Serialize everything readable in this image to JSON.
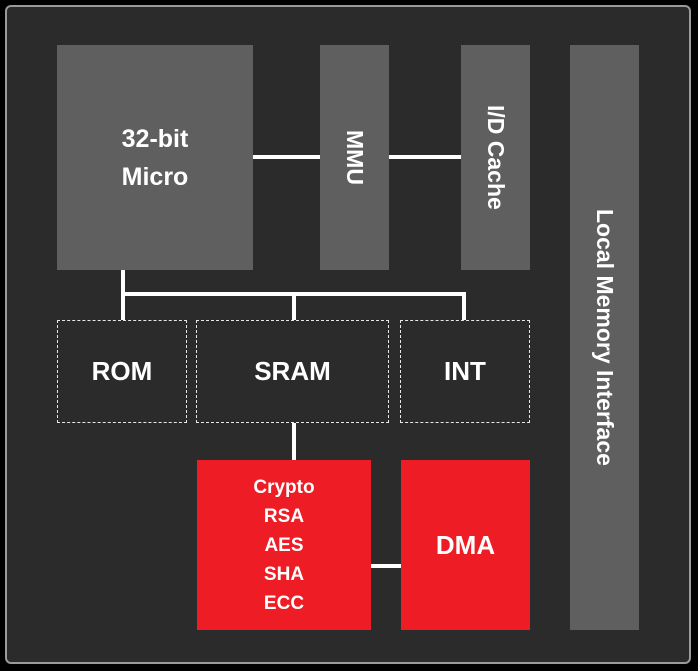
{
  "diagram": {
    "micro_label": "32-bit\nMicro",
    "mmu_label": "MMU",
    "cache_label": "I/D Cache",
    "local_memory_label": "Local Memory Interface",
    "rom_label": "ROM",
    "sram_label": "SRAM",
    "int_label": "INT",
    "crypto_lines": "Crypto\nRSA\nAES\nSHA\nECC",
    "dma_label": "DMA"
  },
  "colors": {
    "background": "#2b2b2b",
    "block_gray": "#5f5f5f",
    "accent_red": "#ee1c24",
    "wire": "#ffffff"
  }
}
